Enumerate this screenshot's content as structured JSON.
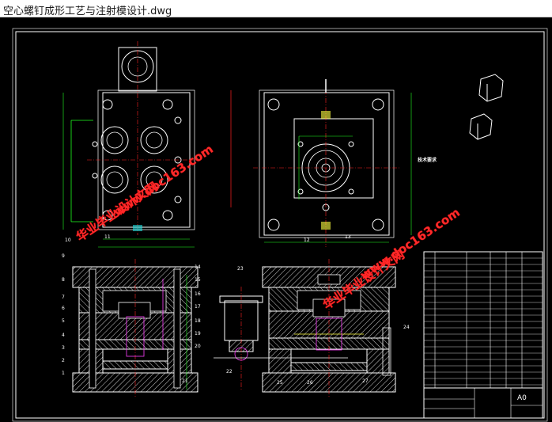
{
  "window": {
    "title": "空心螺钉成形工艺与注射模设计.dwg"
  },
  "watermarks": [
    {
      "text": "华业毕业设计文网",
      "color": "#ff2a2a"
    },
    {
      "text": "www.doc163.com",
      "color": "#ff2a2a"
    },
    {
      "text": "华业毕业设计文网",
      "color": "#ff2a2a"
    },
    {
      "text": "www.doc163.com",
      "color": "#ff2a2a"
    }
  ],
  "notes": {
    "title": "技术要求"
  },
  "title_block": {
    "sheet_size": "A0"
  },
  "part_numbers": {
    "left_view": [
      "10",
      "11",
      "9",
      "8",
      "7",
      "6",
      "5",
      "4",
      "3",
      "2",
      "1",
      "14",
      "15",
      "16",
      "17",
      "18",
      "19",
      "20",
      "21",
      "22"
    ],
    "right_view": [
      "12",
      "13",
      "24",
      "25",
      "26",
      "27"
    ],
    "left_mid": [
      "23"
    ]
  },
  "colors": {
    "background": "#000000",
    "outline": "#ffffff",
    "hatch": "#ffffff",
    "centerline": "#ff2020",
    "dimension": "#20ff20",
    "accent_cyan": "#20e0e0",
    "accent_magenta": "#ff40ff",
    "accent_yellow": "#ffff40"
  }
}
